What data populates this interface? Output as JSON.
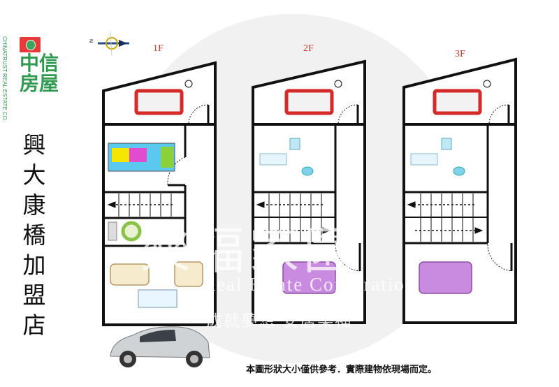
{
  "brand": {
    "name_zh": "中信房屋",
    "name_en": "CHINATRUST REAL ESTATE CO."
  },
  "store_name": "興大康橋加盟店",
  "compass_label": "N",
  "floors": [
    {
      "label": "1F"
    },
    {
      "label": "2F"
    },
    {
      "label": "3F"
    }
  ],
  "watermark": {
    "title": "樂福家園",
    "english": "Real Estate Corporation",
    "slogan": "成就夢想 安居樂福"
  },
  "note": "本圖形狀大小僅供參考．實際建物依現場而定。",
  "colors": {
    "brand_green": "#2f9a50",
    "brand_red": "#e83a3a",
    "floor_label": "#c0392b"
  }
}
